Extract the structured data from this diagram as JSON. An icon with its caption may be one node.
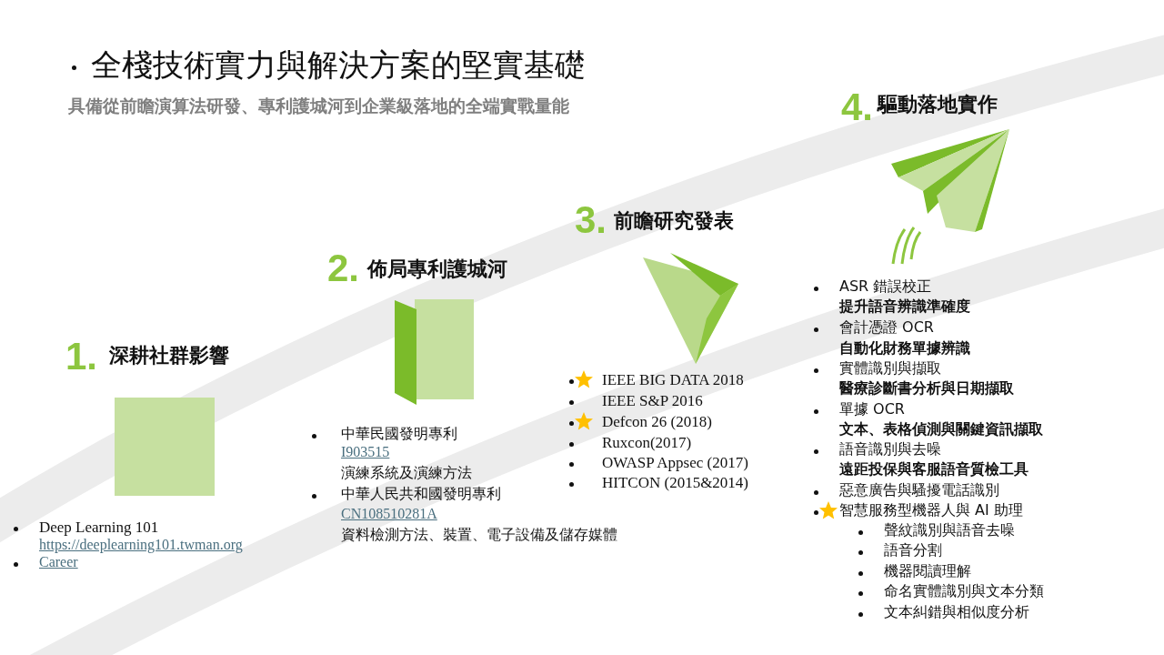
{
  "diagram": {
    "title": "全棧技術實力與解決方案的堅實基礎",
    "labels": [
      "具備從前瞻演算法研發、專利護城河到企業級落地的全端實戰量能",
      "1.",
      "深耕社群影響",
      "2.",
      "佈局專利護城河",
      "3.",
      "前瞻研究發表",
      "4.",
      "驅動落地實作",
      "Deep Learning 101",
      "https://deeplearning101.twman.org",
      "Career",
      "中華民國發明專利",
      "I903515",
      "演練系統及演練方法",
      "中華人民共和國發明專利",
      "CN108510281A",
      "資料檢測方法、裝置、電子設備及儲存媒體",
      "IEEE BIG DATA 2018",
      "IEEE S&P 2016",
      "Defcon 26 (2018)",
      "Ruxcon(2017)",
      "OWASP Appsec (2017)",
      "HITCON (2015&2014)",
      "ASR 錯誤校正",
      "提升語音辨識準確度",
      "會計憑證 OCR",
      "自動化財務單據辨識",
      "實體識別與擷取",
      "醫療診斷書分析與日期擷取",
      "單據 OCR",
      "文本、表格偵測與關鍵資訊擷取",
      "語音識別與去噪",
      "遠距投保與客服語音質檢工具",
      "惡意廣告與騷擾電話識別",
      "智慧服務型機器人與 AI 助理",
      "聲紋識別與語音去噪",
      "語音分割",
      "機器閱讀理解",
      "命名實體識別與文本分類",
      "文本糾錯與相似度分析"
    ]
  }
}
